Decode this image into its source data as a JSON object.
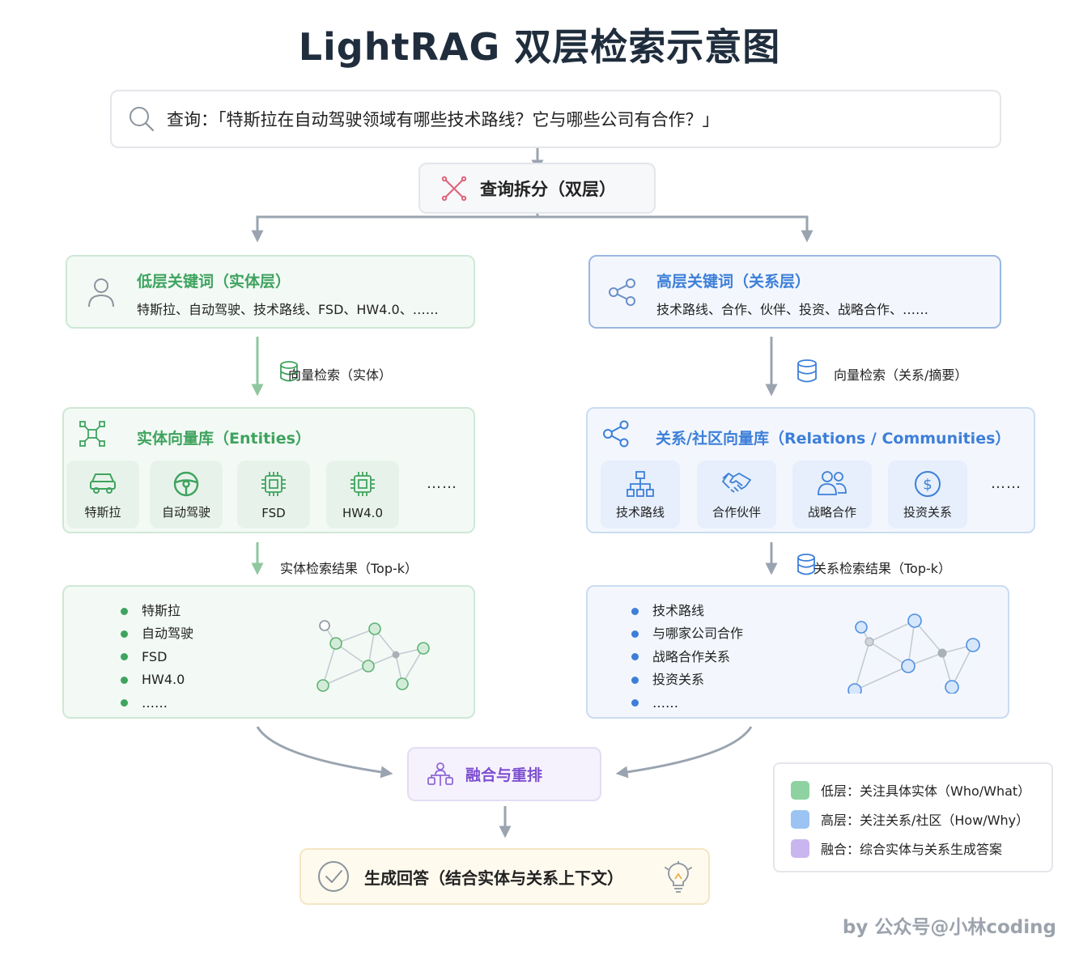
{
  "title": "LightRAG 双层检索示意图",
  "query": {
    "icon": "search-icon",
    "text": "查询：「特斯拉在自动驾驶领域有哪些技术路线？它与哪些公司有合作？」"
  },
  "split": {
    "icon": "split-arrows-icon",
    "label": "查询拆分（双层）"
  },
  "low_keywords": {
    "icon": "user-icon",
    "title": "低层关键词（实体层）",
    "items": "特斯拉、自动驾驶、技术路线、FSD、HW4.0、……"
  },
  "high_keywords": {
    "icon": "share-icon",
    "title": "高层关键词（关系层）",
    "items": "技术路线、合作、伙伴、投资、战略合作、……"
  },
  "left_vector_label": "向量检索（实体）",
  "right_vector_label": "向量检索（关系/摘要）",
  "entities_db": {
    "title": "实体向量库（Entities）",
    "tiles": [
      {
        "icon": "car-icon",
        "label": "特斯拉"
      },
      {
        "icon": "steering-wheel-icon",
        "label": "自动驾驶"
      },
      {
        "icon": "chip-icon",
        "label": "FSD"
      },
      {
        "icon": "chip-icon",
        "label": "HW4.0"
      }
    ],
    "more": "……"
  },
  "relations_db": {
    "title": "关系/社区向量库（Relations / Communities）",
    "tiles": [
      {
        "icon": "hierarchy-icon",
        "label": "技术路线"
      },
      {
        "icon": "handshake-icon",
        "label": "合作伙伴"
      },
      {
        "icon": "people-icon",
        "label": "战略合作"
      },
      {
        "icon": "dollar-icon",
        "label": "投资关系"
      }
    ],
    "more": "……"
  },
  "entity_result_label": "实体检索结果（Top-k）",
  "relation_result_label": "关系检索结果（Top-k）",
  "entity_results": [
    "特斯拉",
    "自动驾驶",
    "FSD",
    "HW4.0",
    "……"
  ],
  "relation_results": [
    "技术路线",
    "与哪家公司合作",
    "战略合作关系",
    "投资关系",
    "……"
  ],
  "fusion": {
    "icon": "fusion-icon",
    "label": "融合与重排"
  },
  "answer": {
    "icon": "check-circle-icon",
    "label": "生成回答（结合实体与关系上下文）",
    "right_icon": "lightbulb-icon"
  },
  "legend": [
    {
      "color": "#8fd2a2",
      "text": "低层：关注具体实体（Who/What）"
    },
    {
      "color": "#9cc4f3",
      "text": "高层：关注关系/社区（How/Why）"
    },
    {
      "color": "#c9b6ee",
      "text": "融合：综合实体与关系生成答案"
    }
  ],
  "credit": "by 公众号@小林coding",
  "colors": {
    "green": "#3fa35f",
    "blue": "#3d7fd8",
    "purple": "#7d4fd1",
    "arrow": "#9aa4b0"
  }
}
